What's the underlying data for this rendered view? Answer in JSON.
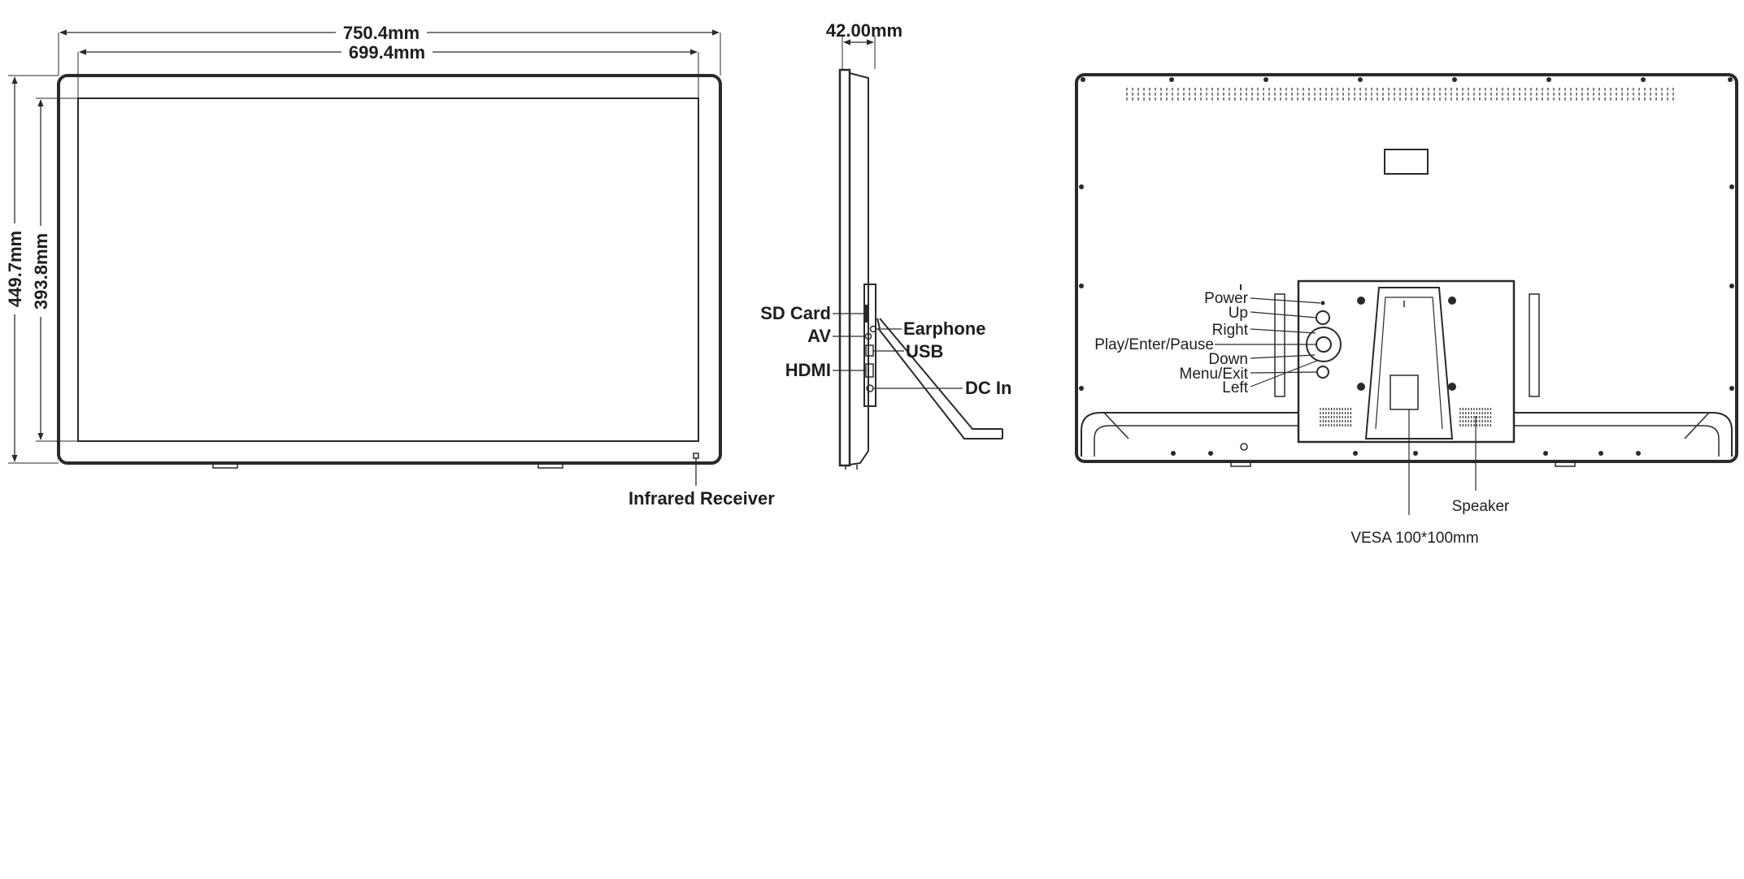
{
  "front_view": {
    "outer_width": "750.4mm",
    "inner_width": "699.4mm",
    "outer_height": "449.7mm",
    "inner_height": "393.8mm",
    "infrared_label": "Infrared Receiver"
  },
  "side_view": {
    "depth": "42.00mm",
    "ports": {
      "sd_card": "SD Card",
      "av": "AV",
      "hdmi": "HDMI",
      "earphone": "Earphone",
      "usb": "USB",
      "dc_in": "DC In"
    }
  },
  "rear_view": {
    "buttons": {
      "power": "Power",
      "up": "Up",
      "right": "Right",
      "play": "Play/Enter/Pause",
      "down": "Down",
      "menu": "Menu/Exit",
      "left": "Left"
    },
    "speaker_label": "Speaker",
    "vesa_label": "VESA 100*100mm"
  }
}
